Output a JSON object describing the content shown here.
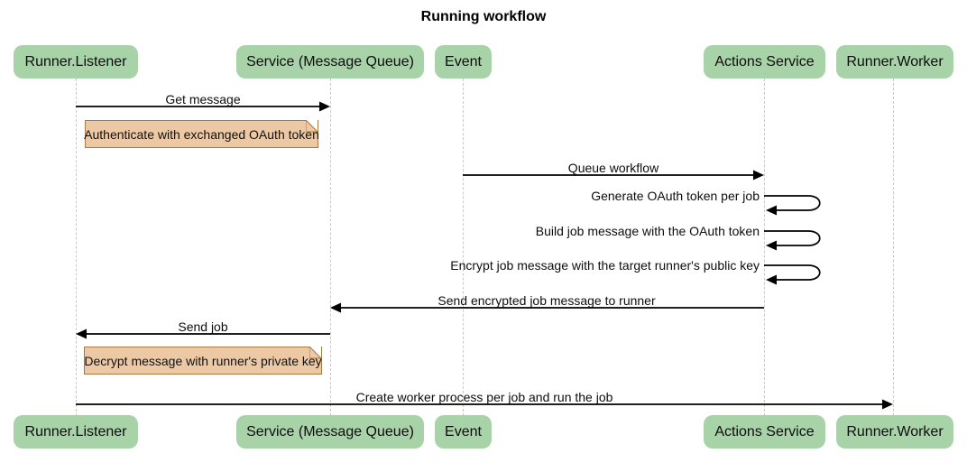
{
  "title": "Running workflow",
  "actors": [
    {
      "label": "Runner.Listener"
    },
    {
      "label": "Service (Message Queue)"
    },
    {
      "label": "Event"
    },
    {
      "label": "Actions Service"
    },
    {
      "label": "Runner.Worker"
    }
  ],
  "messages": [
    {
      "label": "Get message",
      "from": "Runner.Listener",
      "to": "Service (Message Queue)",
      "kind": "solid-arrow"
    },
    {
      "label": "Queue workflow",
      "from": "Event",
      "to": "Actions Service",
      "kind": "solid-arrow"
    },
    {
      "label": "Generate OAuth token per job",
      "from": "Actions Service",
      "to": "Actions Service",
      "kind": "self-loop"
    },
    {
      "label": "Build job message with the OAuth token",
      "from": "Actions Service",
      "to": "Actions Service",
      "kind": "self-loop"
    },
    {
      "label": "Encrypt job message with the target runner's public key",
      "from": "Actions Service",
      "to": "Actions Service",
      "kind": "self-loop"
    },
    {
      "label": "Send encrypted job message to runner",
      "from": "Actions Service",
      "to": "Service (Message Queue)",
      "kind": "solid-arrow"
    },
    {
      "label": "Send job",
      "from": "Service (Message Queue)",
      "to": "Runner.Listener",
      "kind": "solid-arrow"
    },
    {
      "label": "Create worker process per job and run the job",
      "from": "Runner.Listener",
      "to": "Runner.Worker",
      "kind": "solid-arrow"
    }
  ],
  "notes": [
    {
      "label": "Authenticate with exchanged OAuth token",
      "over": "Runner.Listener"
    },
    {
      "label": "Decrypt message with runner's private key",
      "over": "Runner.Listener"
    }
  ],
  "colors": {
    "actor_fill": "#a8d3a8",
    "note_fill": "#ecc9a4",
    "note_border": "#aa7941",
    "lifeline": "#c9c9c9",
    "line": "#000000"
  }
}
